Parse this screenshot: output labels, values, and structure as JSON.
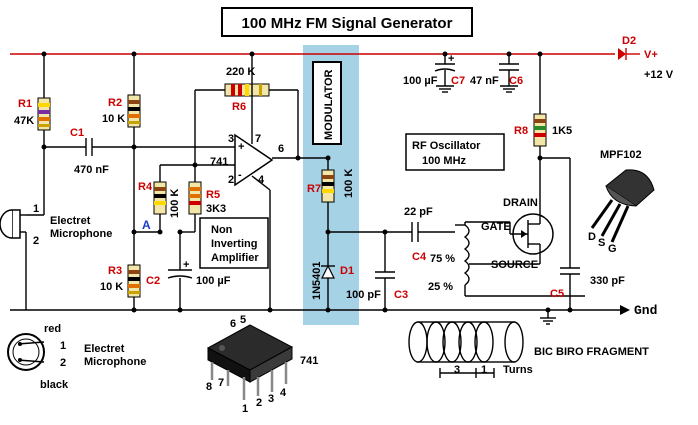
{
  "title": "100 MHz FM Signal Generator",
  "supply": {
    "diode": "D2",
    "vplus": "V+",
    "voltage": "+12 V",
    "gnd": "Gnd"
  },
  "components": {
    "r1": {
      "ref": "R1",
      "value": "47K"
    },
    "r2": {
      "ref": "R2",
      "value": "10 K"
    },
    "r3": {
      "ref": "R3",
      "value": "10 K"
    },
    "r4": {
      "ref": "R4",
      "value": "100 K"
    },
    "r5": {
      "ref": "R5",
      "value": "3K3"
    },
    "r6": {
      "ref": "R6",
      "value": "220 K"
    },
    "r7": {
      "ref": "R7",
      "value": "100 K"
    },
    "r8": {
      "ref": "R8",
      "value": "1K5"
    },
    "c1": {
      "ref": "C1",
      "value": "470 nF"
    },
    "c2": {
      "ref": "C2",
      "value": "100 µF"
    },
    "c3": {
      "ref": "C3",
      "value": "100 pF"
    },
    "c4": {
      "ref": "C4",
      "value": "22 pF"
    },
    "c5": {
      "ref": "C5",
      "value": "330 pF"
    },
    "c6": {
      "ref": "C6",
      "value": "47 nF"
    },
    "c7": {
      "ref": "C7",
      "value": "100 µF"
    },
    "d1": {
      "ref": "D1",
      "value": "1N5401"
    }
  },
  "opamp": {
    "label": "741",
    "pin3": "3",
    "pin2": "2",
    "pin7": "7",
    "pin4": "4",
    "pin6": "6"
  },
  "node_a": "A",
  "boxes": {
    "modulator": "MODULATOR",
    "amplifier": [
      "Non",
      "Inverting",
      "Amplifier"
    ],
    "oscillator": [
      "RF Oscillator",
      "100 MHz"
    ]
  },
  "jfet": {
    "part": "MPF102",
    "drain": "DRAIN",
    "gate": "GATE",
    "source": "SOURCE",
    "pins": [
      "D",
      "S",
      "G"
    ]
  },
  "coil": {
    "tap_top": "75 %",
    "tap_bottom": "25 %",
    "fragment": "BIC BIRO FRAGMENT",
    "turns_a": "3",
    "turns_b": "1",
    "turns_label": "Turns"
  },
  "microphone": {
    "label": [
      "Electret",
      "Microphone"
    ],
    "pin1": "1",
    "pin2": "2",
    "wire_red": "red",
    "wire_black": "black"
  },
  "chip": {
    "label": "741",
    "pins": [
      "1",
      "2",
      "3",
      "4",
      "5",
      "6",
      "7",
      "8"
    ]
  }
}
